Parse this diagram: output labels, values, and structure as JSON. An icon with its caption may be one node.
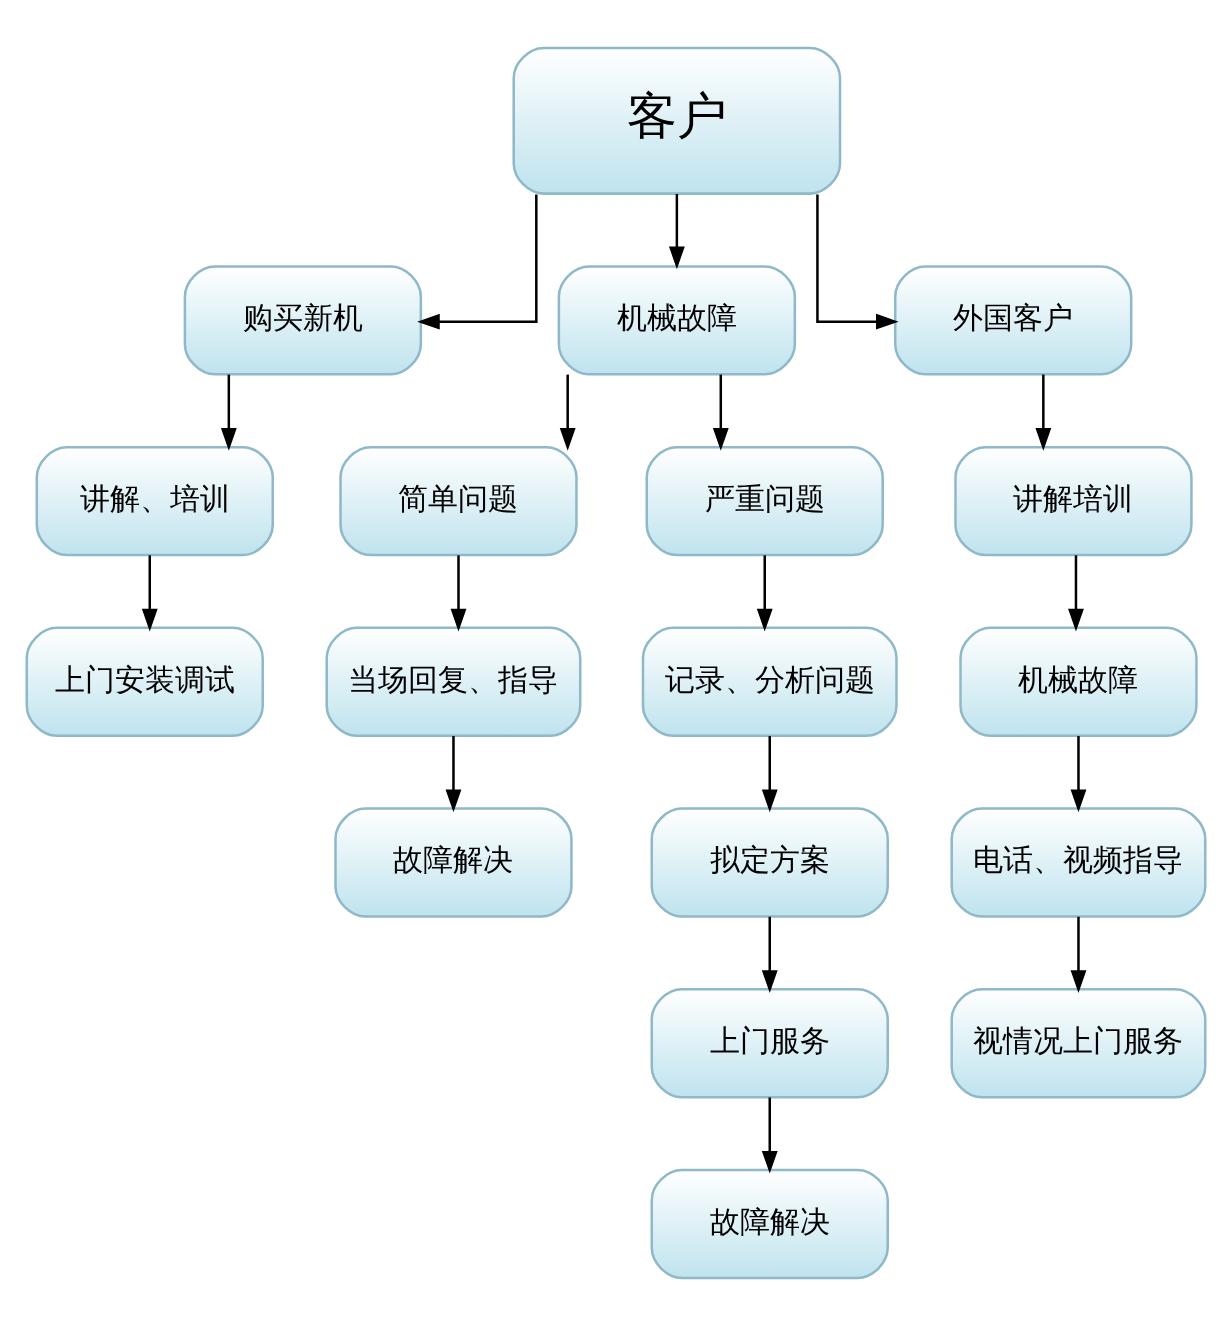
{
  "diagram": {
    "nodes": [
      {
        "text": [
          "客户"
        ]
      },
      {
        "text": [
          "购买新机"
        ]
      },
      {
        "text": [
          "机械故障"
        ]
      },
      {
        "text": [
          "外国客户"
        ]
      },
      {
        "text": [
          "讲解、培训"
        ]
      },
      {
        "text": [
          "上门安装调试"
        ]
      },
      {
        "text": [
          "简单问题"
        ]
      },
      {
        "text": [
          "严重问题"
        ]
      },
      {
        "text": [
          "当场回复、指导"
        ]
      },
      {
        "text": [
          "故障解决"
        ]
      },
      {
        "text": [
          "记录、分析问题"
        ]
      },
      {
        "text": [
          "拟定方案"
        ]
      },
      {
        "text": [
          "上门服务"
        ]
      },
      {
        "text": [
          "故障解决"
        ]
      },
      {
        "text": [
          "讲解培训"
        ]
      },
      {
        "text": [
          "机械故障"
        ]
      },
      {
        "text": [
          "电话、视频指导"
        ]
      },
      {
        "text": [
          "视情况上门服务"
        ]
      }
    ],
    "edges": [
      {
        "from": 0,
        "to": 1,
        "arrow": "to"
      },
      {
        "from": 0,
        "to": 2,
        "arrow": "to"
      },
      {
        "from": 0,
        "to": 3,
        "arrow": "to"
      },
      {
        "from": 1,
        "to": 4,
        "arrow": "to"
      },
      {
        "from": 4,
        "to": 5,
        "arrow": "to"
      },
      {
        "from": 2,
        "to": 6,
        "arrow": "to"
      },
      {
        "from": 2,
        "to": 7,
        "arrow": "to"
      },
      {
        "from": 6,
        "to": 8,
        "arrow": "to"
      },
      {
        "from": 8,
        "to": 9,
        "arrow": "to"
      },
      {
        "from": 7,
        "to": 10,
        "arrow": "to"
      },
      {
        "from": 10,
        "to": 11,
        "arrow": "to"
      },
      {
        "from": 11,
        "to": 12,
        "arrow": "to"
      },
      {
        "from": 12,
        "to": 13,
        "arrow": "to"
      },
      {
        "from": 3,
        "to": 14,
        "arrow": "to"
      },
      {
        "from": 14,
        "to": 15,
        "arrow": "to"
      },
      {
        "from": 15,
        "to": 16,
        "arrow": "to"
      },
      {
        "from": 16,
        "to": 17,
        "arrow": "to"
      }
    ]
  }
}
